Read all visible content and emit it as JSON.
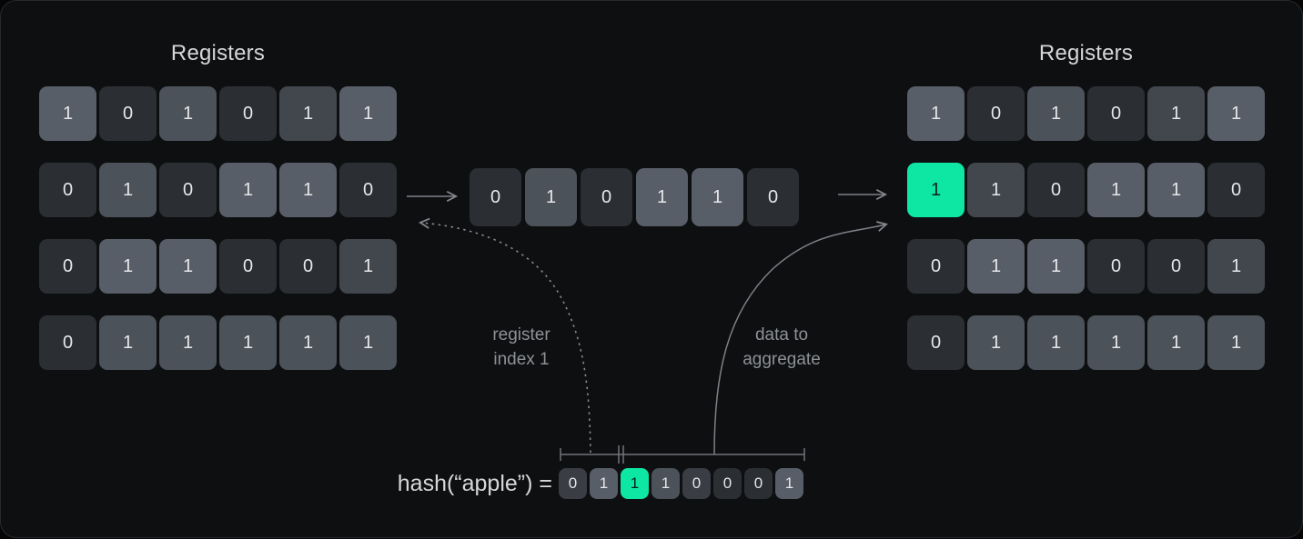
{
  "colors": {
    "accent_green": "#0ee6a3",
    "line_gray": "#7d8187",
    "label_gray": "#8d9196",
    "panel_bg": "#0e0f11"
  },
  "left_registers": {
    "title": "Registers",
    "rows": [
      [
        {
          "v": "1",
          "s": "l0"
        },
        {
          "v": "0",
          "s": "d0"
        },
        {
          "v": "1",
          "s": "m1"
        },
        {
          "v": "0",
          "s": "d0"
        },
        {
          "v": "1",
          "s": "m0"
        },
        {
          "v": "1",
          "s": "l0"
        }
      ],
      [
        {
          "v": "0",
          "s": "d0"
        },
        {
          "v": "1",
          "s": "m1"
        },
        {
          "v": "0",
          "s": "d0"
        },
        {
          "v": "1",
          "s": "l0"
        },
        {
          "v": "1",
          "s": "l0"
        },
        {
          "v": "0",
          "s": "d0"
        }
      ],
      [
        {
          "v": "0",
          "s": "d0"
        },
        {
          "v": "1",
          "s": "l0"
        },
        {
          "v": "1",
          "s": "l0"
        },
        {
          "v": "0",
          "s": "d0"
        },
        {
          "v": "0",
          "s": "d0"
        },
        {
          "v": "1",
          "s": "m0"
        }
      ],
      [
        {
          "v": "0",
          "s": "d0"
        },
        {
          "v": "1",
          "s": "m1"
        },
        {
          "v": "1",
          "s": "m1"
        },
        {
          "v": "1",
          "s": "m1"
        },
        {
          "v": "1",
          "s": "m1"
        },
        {
          "v": "1",
          "s": "m1"
        }
      ]
    ]
  },
  "middle_row": {
    "cells": [
      {
        "v": "0",
        "s": "d0"
      },
      {
        "v": "1",
        "s": "m1"
      },
      {
        "v": "0",
        "s": "d0"
      },
      {
        "v": "1",
        "s": "l0"
      },
      {
        "v": "1",
        "s": "l0"
      },
      {
        "v": "0",
        "s": "d0"
      }
    ]
  },
  "right_registers": {
    "title": "Registers",
    "rows": [
      [
        {
          "v": "1",
          "s": "l0"
        },
        {
          "v": "0",
          "s": "d0"
        },
        {
          "v": "1",
          "s": "m1"
        },
        {
          "v": "0",
          "s": "d0"
        },
        {
          "v": "1",
          "s": "m0"
        },
        {
          "v": "1",
          "s": "l0"
        }
      ],
      [
        {
          "v": "1",
          "s": "green"
        },
        {
          "v": "1",
          "s": "m0"
        },
        {
          "v": "0",
          "s": "d0"
        },
        {
          "v": "1",
          "s": "l0"
        },
        {
          "v": "1",
          "s": "l0"
        },
        {
          "v": "0",
          "s": "d0"
        }
      ],
      [
        {
          "v": "0",
          "s": "d0"
        },
        {
          "v": "1",
          "s": "l0"
        },
        {
          "v": "1",
          "s": "l0"
        },
        {
          "v": "0",
          "s": "d0"
        },
        {
          "v": "0",
          "s": "d0"
        },
        {
          "v": "1",
          "s": "m0"
        }
      ],
      [
        {
          "v": "0",
          "s": "d0"
        },
        {
          "v": "1",
          "s": "m1"
        },
        {
          "v": "1",
          "s": "m1"
        },
        {
          "v": "1",
          "s": "m1"
        },
        {
          "v": "1",
          "s": "m1"
        },
        {
          "v": "1",
          "s": "m1"
        }
      ]
    ]
  },
  "hash": {
    "label": "hash(“apple”) =",
    "bits": [
      {
        "v": "0",
        "s": "d1"
      },
      {
        "v": "1",
        "s": "l0"
      },
      {
        "v": "1",
        "s": "green"
      },
      {
        "v": "1",
        "s": "m1"
      },
      {
        "v": "0",
        "s": "d1"
      },
      {
        "v": "0",
        "s": "d0"
      },
      {
        "v": "0",
        "s": "d0"
      },
      {
        "v": "1",
        "s": "l0"
      }
    ]
  },
  "annotations": {
    "register_index": "register\nindex 1",
    "data_to_aggregate": "data to\naggregate"
  }
}
